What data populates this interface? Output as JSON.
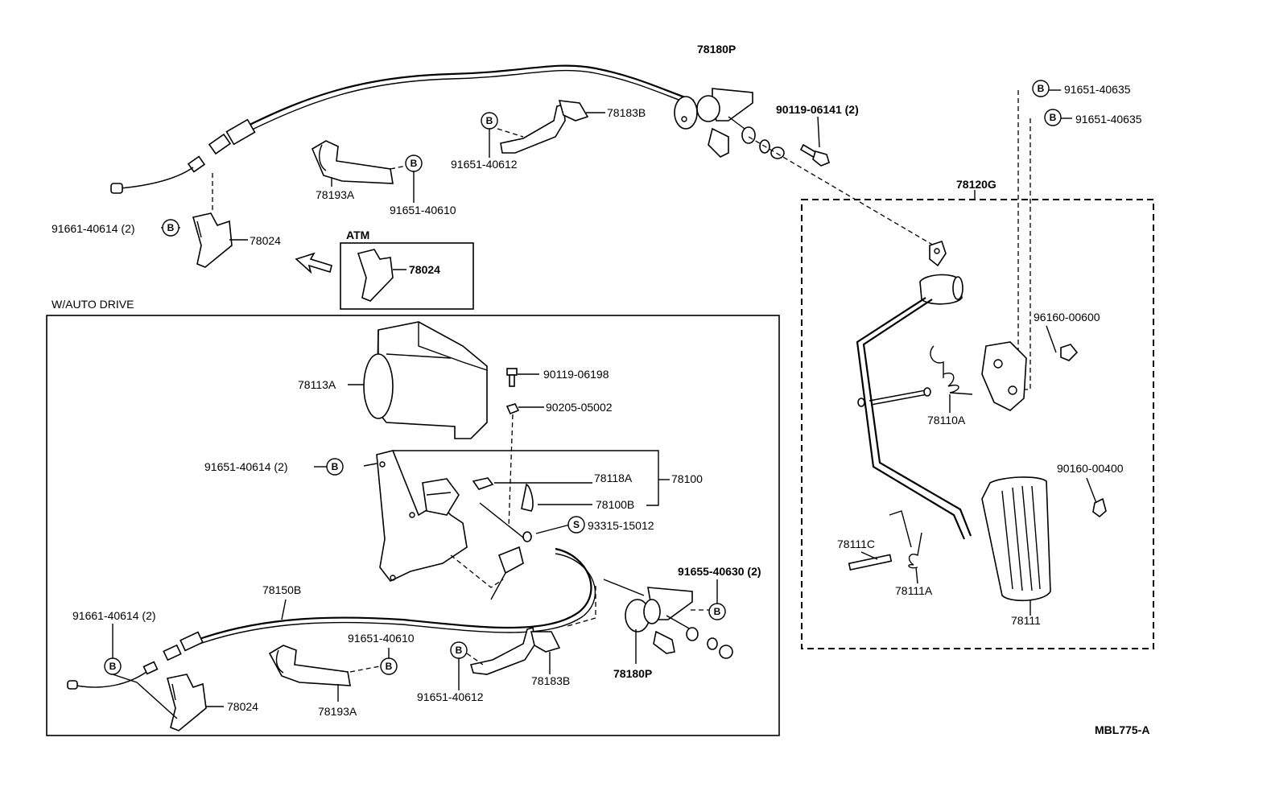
{
  "labels": {
    "p78180P_top": "78180P",
    "p90119_06141": "90119-06141 (2)",
    "p78183B_top": "78183B",
    "p91651_40612_top": "91651-40612",
    "p78193A_top": "78193A",
    "p91651_40610_top": "91651-40610",
    "p91661_40614_top": "91661-40614 (2)",
    "p78024_top": "78024",
    "atm": "ATM",
    "p78024_atm": "78024",
    "w_auto_drive": "W/AUTO DRIVE",
    "p91651_40635_a": "91651-40635",
    "p91651_40635_b": "91651-40635",
    "p78120G": "78120G",
    "p96160_00600": "96160-00600",
    "p78110A": "78110A",
    "p90160_00400": "90160-00400",
    "p78111C": "78111C",
    "p78111A": "78111A",
    "p78111": "78111",
    "p78113A": "78113A",
    "p90119_06198": "90119-06198",
    "p90205_05002": "90205-05002",
    "p91651_40614": "91651-40614 (2)",
    "p78118A": "78118A",
    "p78100": "78100",
    "p78100B": "78100B",
    "p93315_15012": "93315-15012",
    "p91655_40630": "91655-40630 (2)",
    "p78150B": "78150B",
    "p91661_40614_bot": "91661-40614 (2)",
    "p91651_40610_bot": "91651-40610",
    "p78024_bot": "78024",
    "p78193A_bot": "78193A",
    "p91651_40612_bot": "91651-40612",
    "p78183B_bot": "78183B",
    "p78180P_bot": "78180P",
    "ref_code": "MBL775-A"
  },
  "markers": {
    "b": "B",
    "s": "S"
  }
}
